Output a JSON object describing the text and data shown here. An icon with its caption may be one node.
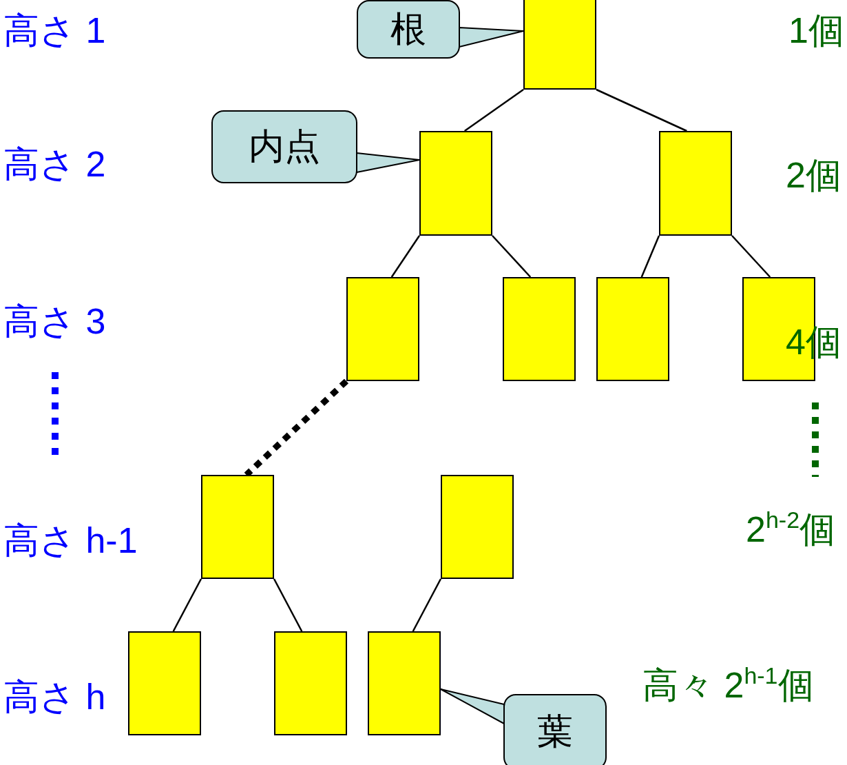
{
  "diagram": {
    "nodes": [
      {
        "text": [
          "根"
        ]
      },
      {
        "text": [],
        "shape": "box"
      },
      {
        "text": [
          "内点"
        ]
      },
      {
        "text": [],
        "shape": "box"
      },
      {
        "text": [],
        "shape": "box"
      },
      {
        "text": [],
        "shape": "box"
      },
      {
        "text": [],
        "shape": "box"
      },
      {
        "text": [],
        "shape": "box"
      },
      {
        "text": [],
        "shape": "box"
      },
      {
        "text": [],
        "shape": "box"
      },
      {
        "text": [],
        "shape": "box"
      },
      {
        "text": [],
        "shape": "box"
      },
      {
        "text": [],
        "shape": "box"
      },
      {
        "text": [],
        "shape": "box"
      },
      {
        "text": [
          "葉"
        ]
      }
    ],
    "edges": [
      {
        "from": 0,
        "to": 1,
        "arrow": "none"
      },
      {
        "from": 1,
        "to": 3,
        "arrow": "none"
      },
      {
        "from": 1,
        "to": 4,
        "arrow": "none"
      },
      {
        "from": 2,
        "to": 3,
        "arrow": "none"
      },
      {
        "from": 3,
        "to": 5,
        "arrow": "none"
      },
      {
        "from": 3,
        "to": 6,
        "arrow": "none"
      },
      {
        "from": 4,
        "to": 7,
        "arrow": "none"
      },
      {
        "from": 4,
        "to": 8,
        "arrow": "none"
      },
      {
        "from": 5,
        "to": 9,
        "arrow": "none",
        "style": "dashed"
      },
      {
        "from": 9,
        "to": 11,
        "arrow": "none"
      },
      {
        "from": 9,
        "to": 12,
        "arrow": "none"
      },
      {
        "from": 10,
        "to": 13,
        "arrow": "none"
      },
      {
        "from": 14,
        "to": 13,
        "arrow": "none"
      }
    ],
    "labels": [
      "高さ 1",
      "1個",
      "高さ 2",
      "2個",
      "高さ 3",
      "4個",
      "高さ h-1",
      "2$^{h-2}$個",
      "高さ h",
      "高々 2$^{h-1}$個"
    ]
  }
}
